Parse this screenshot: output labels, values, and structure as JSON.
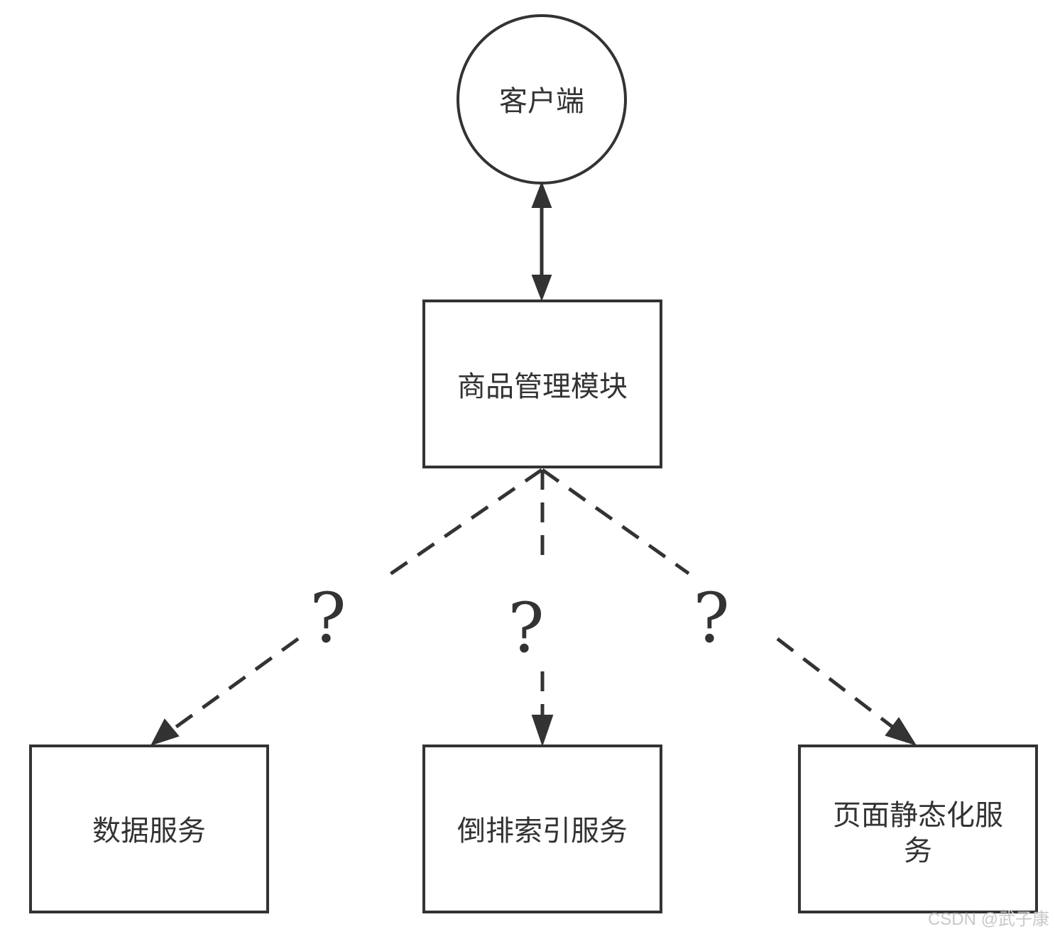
{
  "nodes": {
    "client": "客户端",
    "product_module": "商品管理模块",
    "data_service": "数据服务",
    "index_service": "倒排索引服务",
    "static_service_line1": "页面静态化服",
    "static_service_line2": "务"
  },
  "edge_labels": {
    "left": "?",
    "middle": "?",
    "right": "?"
  },
  "watermark": "CSDN @武子康",
  "colors": {
    "stroke": "#333333",
    "text": "#333333",
    "watermark": "#c8c8c8",
    "background": "#ffffff"
  }
}
